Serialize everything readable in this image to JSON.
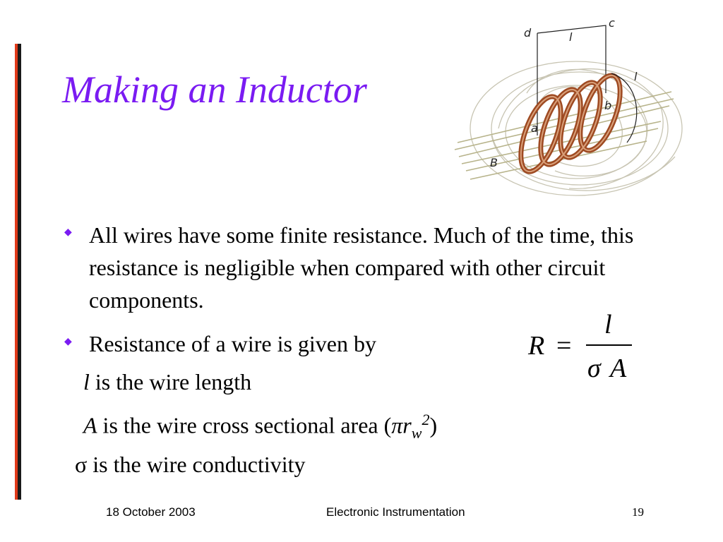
{
  "slide": {
    "title": "Making an Inductor",
    "figure_labels": {
      "d_top": "d",
      "c": "c",
      "l_top": "l",
      "l_side": "l",
      "b": "b",
      "a": "a",
      "B": "B"
    },
    "bullets": [
      {
        "text": "All wires have some finite resistance. Much of the time, this resistance is negligible when compared with other circuit components."
      },
      {
        "text": "Resistance of a wire is given by"
      }
    ],
    "definitions": {
      "l_symbol": "l",
      "l_text": " is the wire length",
      "A_symbol": "A",
      "A_text": " is the wire cross sectional area (",
      "A_pi": "π",
      "A_r": "r",
      "A_w": "w",
      "A_exp": "2",
      "A_close": ")",
      "sigma_symbol": "σ",
      "sigma_text": " is the wire conductivity"
    },
    "formula": {
      "lhs": "R",
      "equals": "=",
      "numerator": "l",
      "sigma": "σ",
      "denominator_var": "A"
    },
    "colors": {
      "title": "#7a1bf2",
      "bullet": "#7a1bf2",
      "bar_red": "#e03a1a",
      "bar_dark": "#1a1a1a"
    },
    "footer": {
      "date": "18 October 2003",
      "course": "Electronic Instrumentation",
      "page": "19"
    }
  }
}
